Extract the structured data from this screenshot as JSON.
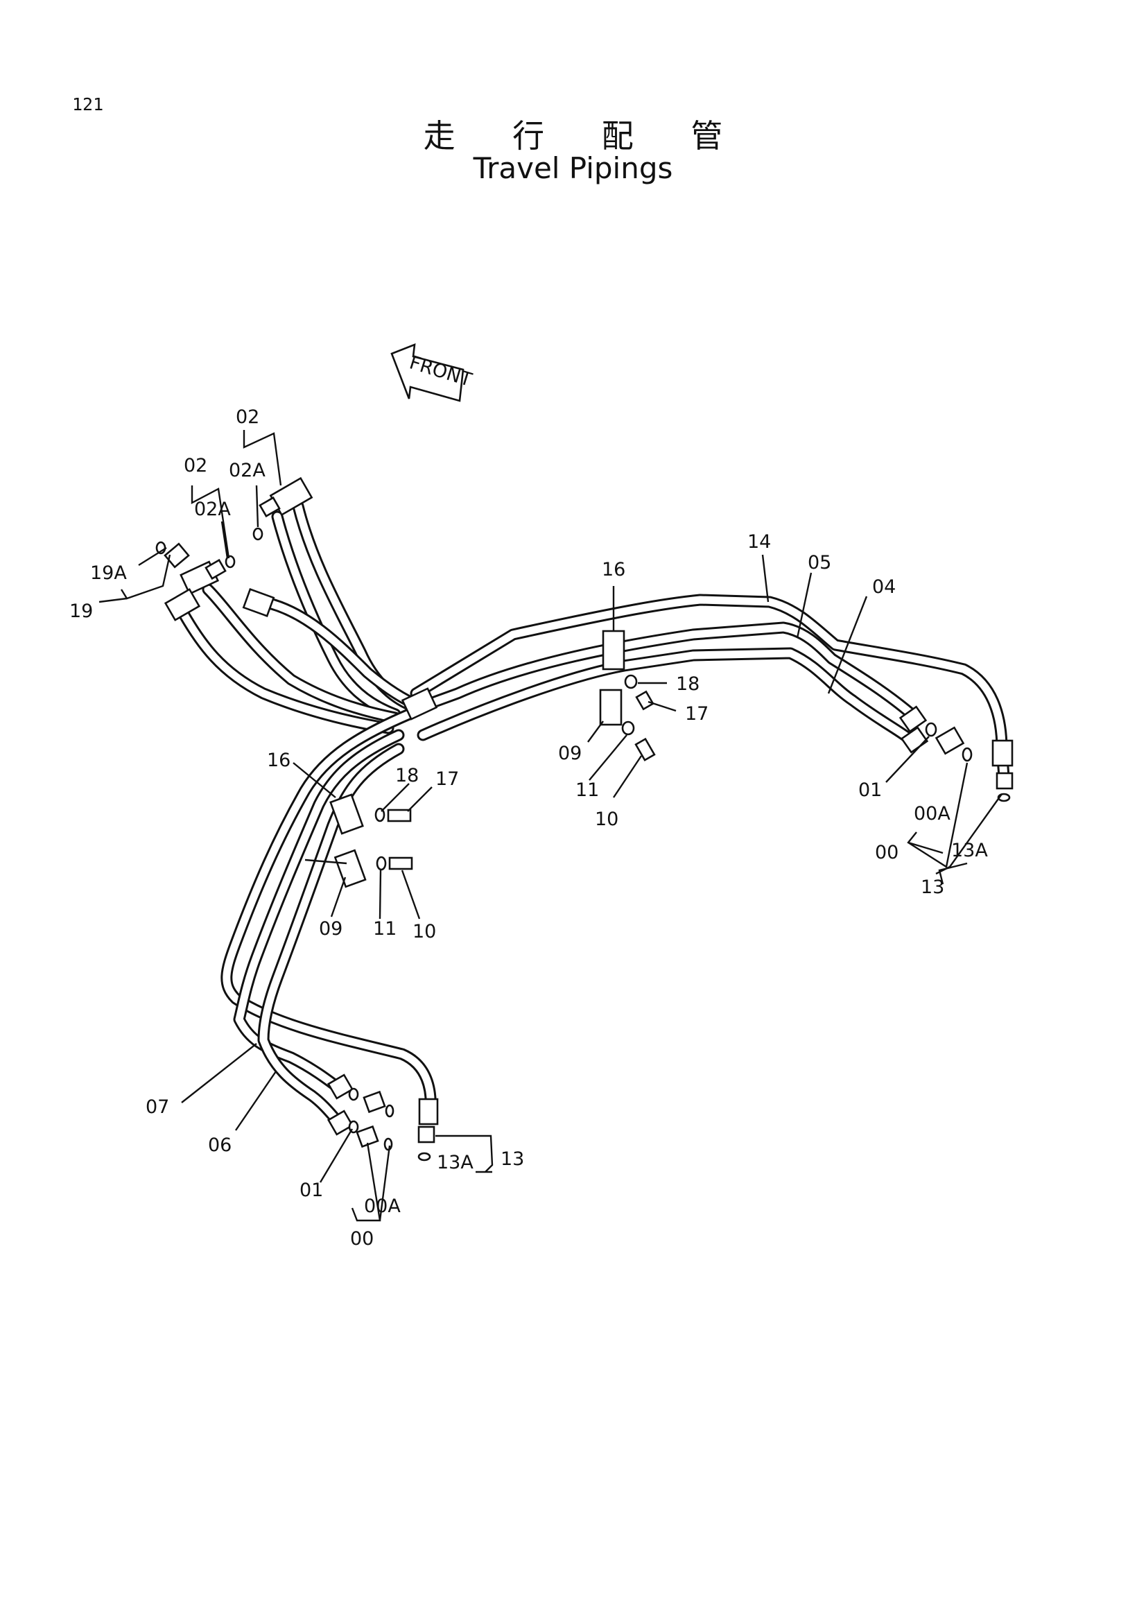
{
  "page": {
    "number": "121",
    "title_ja": "走 行 配 管",
    "title_en": "Travel Pipings"
  },
  "front_arrow": {
    "label": "FRONT"
  },
  "labels": {
    "l02_a": "02",
    "l02a_a": "02A",
    "l02_b": "02",
    "l02a_b": "02A",
    "l19a": "19A",
    "l19": "19",
    "l16_top": "16",
    "l14": "14",
    "l05": "05",
    "l04": "04",
    "l18_top": "18",
    "l17_top": "17",
    "l09_top": "09",
    "l11_top": "11",
    "l10_top": "10",
    "l01_right": "01",
    "l00a_right": "00A",
    "l00_right": "00",
    "l13a_right": "13A",
    "l13_right": "13",
    "l16_left": "16",
    "l18_left": "18",
    "l17_left": "17",
    "l09_left": "09",
    "l11_left": "11",
    "l10_left": "10",
    "l07": "07",
    "l06": "06",
    "l01_bottom": "01",
    "l00a_bottom": "00A",
    "l00_bottom": "00",
    "l13a_bottom": "13A",
    "l13_bottom": "13"
  }
}
